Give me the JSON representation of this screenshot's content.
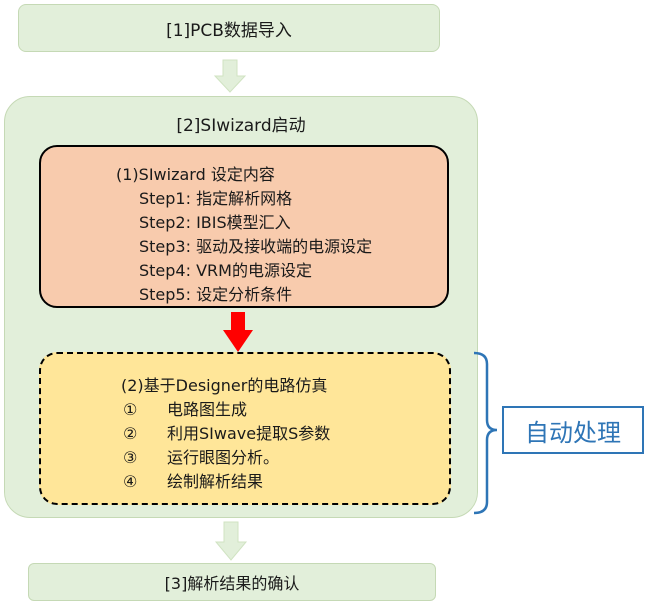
{
  "top_box": {
    "label": "[1]PCB数据导入"
  },
  "container": {
    "title": "[2]SIwizard启动"
  },
  "setup_box": {
    "heading": "(1)SIwizard 设定内容",
    "steps": [
      "Step1:  指定解析网格",
      "Step2:  IBIS模型汇入",
      "Step3:  驱动及接收端的电源设定",
      "Step4:  VRM的电源设定",
      "Step5:  设定分析条件"
    ]
  },
  "sim_box": {
    "heading": "(2)基于Designer的电路仿真",
    "items": [
      {
        "num": "①",
        "text": "电路图生成"
      },
      {
        "num": "②",
        "text": "利用SIwave提取S参数"
      },
      {
        "num": "③",
        "text": "运行眼图分析。"
      },
      {
        "num": "④",
        "text": "绘制解析结果"
      }
    ]
  },
  "auto_label": {
    "text": "自动处理"
  },
  "bottom_box": {
    "label": "[3]解析结果的确认"
  },
  "colors": {
    "light_green": "#e2efda",
    "salmon": "#f8cbad",
    "light_yellow": "#ffe699",
    "red_arrow": "#ff0000",
    "brace_blue": "#2e75b6"
  }
}
